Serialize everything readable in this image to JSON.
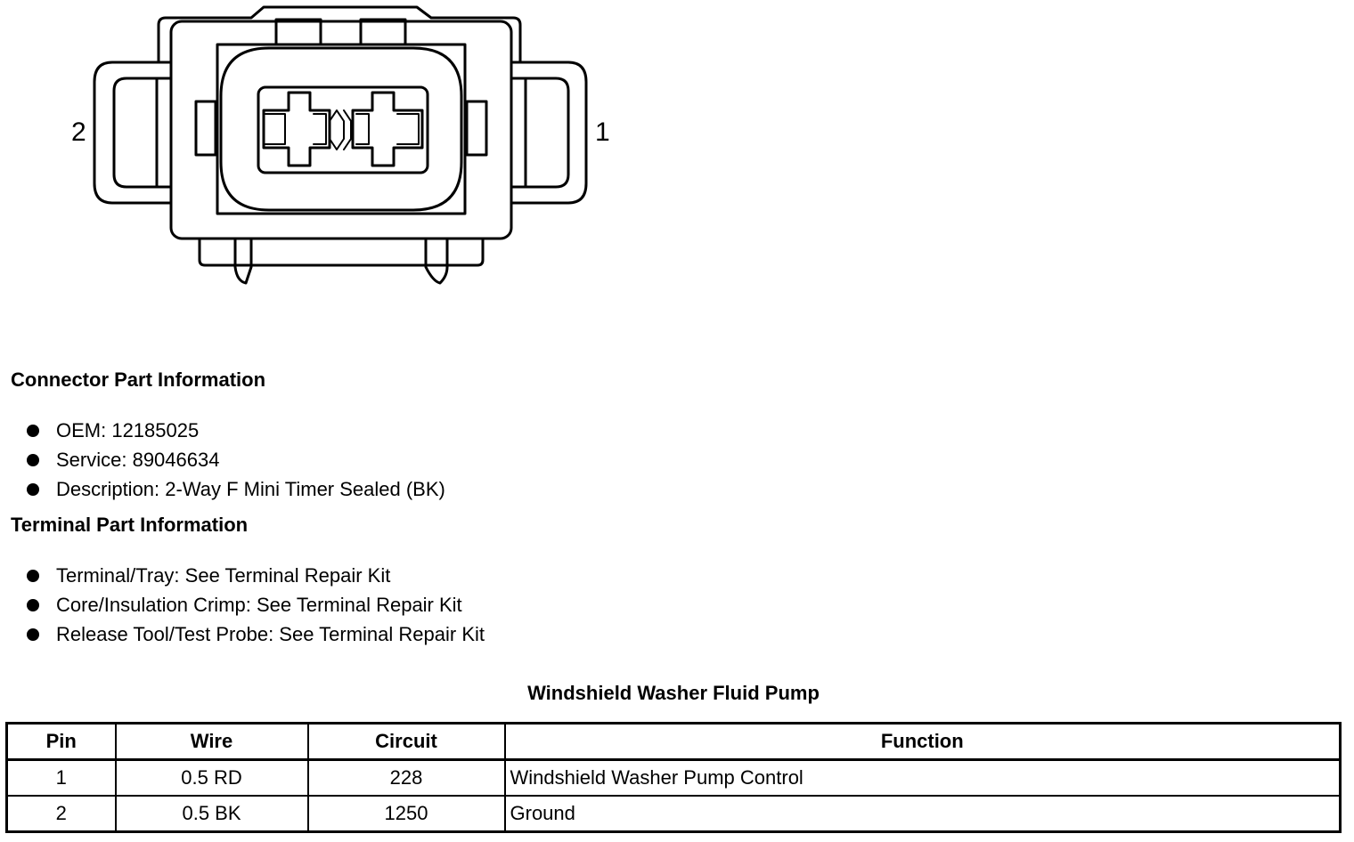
{
  "diagram": {
    "pin_labels": {
      "left": "2",
      "right": "1"
    }
  },
  "connector_info": {
    "heading": "Connector Part Information",
    "items": [
      "OEM: 12185025",
      "Service: 89046634",
      "Description: 2-Way F Mini Timer Sealed (BK)"
    ]
  },
  "terminal_info": {
    "heading": "Terminal Part Information",
    "items": [
      "Terminal/Tray: See Terminal Repair Kit",
      "Core/Insulation Crimp: See Terminal Repair Kit",
      "Release Tool/Test Probe: See Terminal Repair Kit"
    ]
  },
  "table": {
    "title": "Windshield Washer Fluid Pump",
    "headers": {
      "pin": "Pin",
      "wire": "Wire",
      "circuit": "Circuit",
      "function": "Function"
    },
    "rows": [
      {
        "pin": "1",
        "wire": "0.5 RD",
        "circuit": "228",
        "function": "Windshield Washer Pump Control"
      },
      {
        "pin": "2",
        "wire": "0.5 BK",
        "circuit": "1250",
        "function": "Ground"
      }
    ]
  }
}
